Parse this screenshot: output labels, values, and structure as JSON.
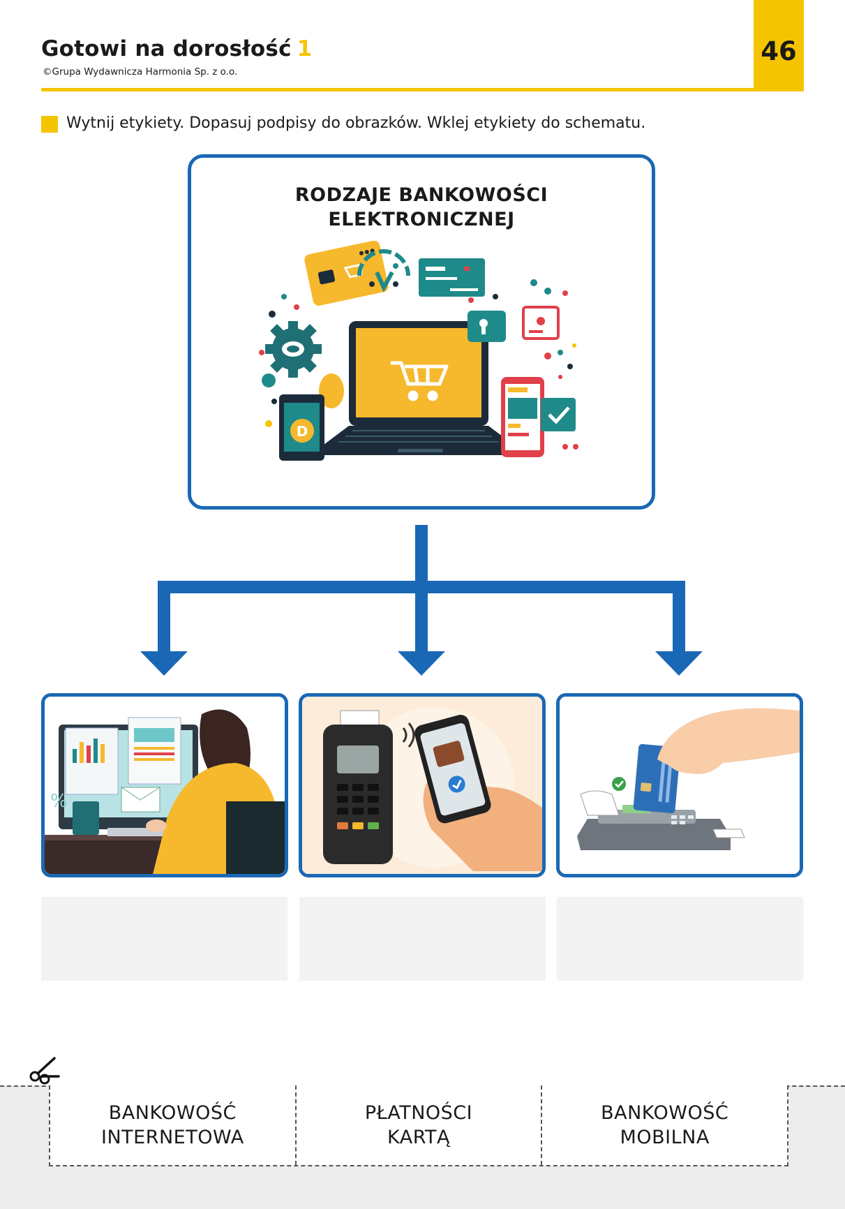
{
  "header": {
    "title": "Gotowi na dorosłość",
    "volume": "1",
    "copyright": "©Grupa Wydawnicza Harmonia Sp. z o.o.",
    "page_number": "46"
  },
  "instruction": "Wytnij etykiety. Dopasuj podpisy do obrazków. Wklej etykiety do schematu.",
  "main_box": {
    "title_line1": "RODZAJE BANKOWOŚCI",
    "title_line2": "ELEKTRONICZNEJ"
  },
  "cut_labels": [
    {
      "line1": "BANKOWOŚĆ",
      "line2": "INTERNETOWA"
    },
    {
      "line1": "PŁATNOŚCI",
      "line2": "KARTĄ"
    },
    {
      "line1": "BANKOWOŚĆ",
      "line2": "MOBILNA"
    }
  ],
  "illustration_text": {
    "percent_sign": "%"
  },
  "colors": {
    "accent_yellow": "#f5c400",
    "frame_blue": "#1a68b5",
    "teal": "#1f8a8a",
    "navy": "#1c2b3a",
    "red": "#e0404a"
  },
  "icons": [
    "laptop-icon",
    "shopping-cart-icon",
    "credit-card-icon",
    "gear-icon",
    "smartphone-icon",
    "checkmark-icon",
    "scissors-icon"
  ]
}
